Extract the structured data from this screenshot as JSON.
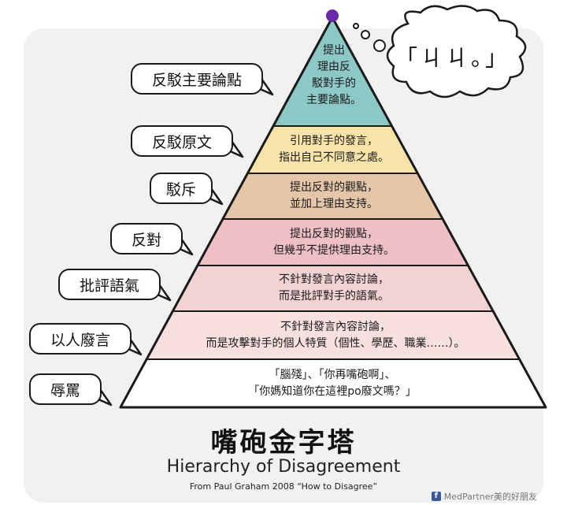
{
  "layers": [
    {
      "label": "反駁主要論點",
      "text": [
        "提出",
        "理由反",
        "駁對手的",
        "主要論點。"
      ],
      "color": "#8cc8c6"
    },
    {
      "label": "反駁原文",
      "text": [
        "引用對手的發言，",
        "指出自己不同意之處。"
      ],
      "color": "#f8e4a8"
    },
    {
      "label": "駁斥",
      "text": [
        "提出反對的觀點，",
        "並加上理由支持。"
      ],
      "color": "#e6c6a8"
    },
    {
      "label": "反對",
      "text": [
        "提出反對的觀點，",
        "但幾乎不提供理由支持。"
      ],
      "color": "#eec0c6"
    },
    {
      "label": "批評語氣",
      "text": [
        "不針對發言內容討論，",
        "而是批評對手的語氣。"
      ],
      "color": "#f3d2d4"
    },
    {
      "label": "以人廢言",
      "text": [
        "不針對發言內容討論，",
        "而是攻擊對手的個人特質（個性、學歷、職業……）。"
      ],
      "color": "#f7e0de"
    },
    {
      "label": "辱罵",
      "text": [
        "「腦殘」、「你再嘴砲啊」、",
        "「你媽知道你在這裡po廢文嗎？」"
      ],
      "color": "#ffffff"
    }
  ],
  "bubble": {
    "text": "「ㄐㄐ。」"
  },
  "title": {
    "zh": "嘴砲金字塔",
    "en": "Hierarchy of Disagreement"
  },
  "source": "From Paul Graham 2008 “How to Disagree”",
  "credit": {
    "icon": "facebook-icon",
    "text": "MedPartner美的好朋友"
  },
  "colors": {
    "outline": "#1a1a1a",
    "dot": "#6a2aa8",
    "card": "#f1f1f1"
  }
}
